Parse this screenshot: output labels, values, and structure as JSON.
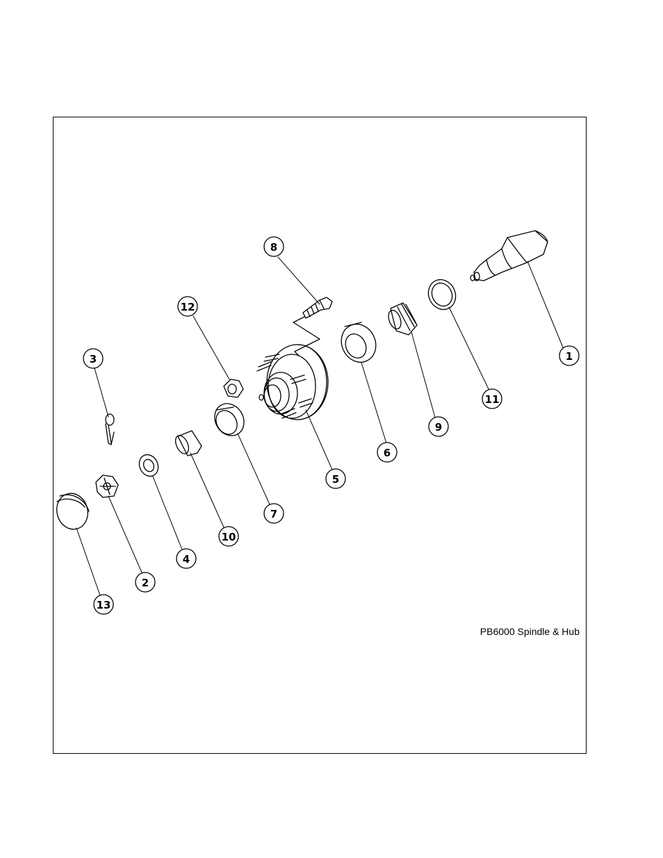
{
  "caption": "PB6000 Spindle & Hub",
  "callouts": [
    {
      "id": "c1",
      "label": "1"
    },
    {
      "id": "c2",
      "label": "2"
    },
    {
      "id": "c3",
      "label": "3"
    },
    {
      "id": "c4",
      "label": "4"
    },
    {
      "id": "c5",
      "label": "5"
    },
    {
      "id": "c6",
      "label": "6"
    },
    {
      "id": "c7",
      "label": "7"
    },
    {
      "id": "c8",
      "label": "8"
    },
    {
      "id": "c9",
      "label": "9"
    },
    {
      "id": "c10",
      "label": "10"
    },
    {
      "id": "c11",
      "label": "11"
    },
    {
      "id": "c12",
      "label": "12"
    },
    {
      "id": "c13",
      "label": "13"
    }
  ]
}
